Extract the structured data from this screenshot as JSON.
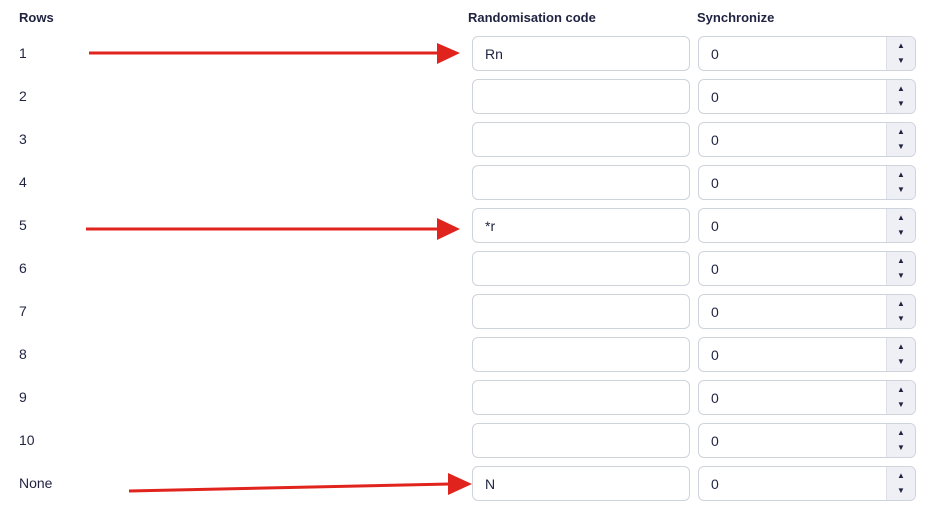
{
  "headers": {
    "rows": "Rows",
    "code": "Randomisation code",
    "sync": "Synchronize"
  },
  "rows": [
    {
      "label": "1",
      "code": "Rn",
      "sync": "0"
    },
    {
      "label": "2",
      "code": "",
      "sync": "0"
    },
    {
      "label": "3",
      "code": "",
      "sync": "0"
    },
    {
      "label": "4",
      "code": "",
      "sync": "0"
    },
    {
      "label": "5",
      "code": "*r",
      "sync": "0"
    },
    {
      "label": "6",
      "code": "",
      "sync": "0"
    },
    {
      "label": "7",
      "code": "",
      "sync": "0"
    },
    {
      "label": "8",
      "code": "",
      "sync": "0"
    },
    {
      "label": "9",
      "code": "",
      "sync": "0"
    },
    {
      "label": "10",
      "code": "",
      "sync": "0"
    },
    {
      "label": "None",
      "code": "N",
      "sync": "0"
    }
  ],
  "icons": {
    "stepper_up": "▲",
    "stepper_down": "▼"
  },
  "colors": {
    "annotation_arrow": "#e0231c",
    "text": "#1f2340",
    "input_border": "#cfd3dc",
    "stepper_bg": "#eef0f5"
  }
}
